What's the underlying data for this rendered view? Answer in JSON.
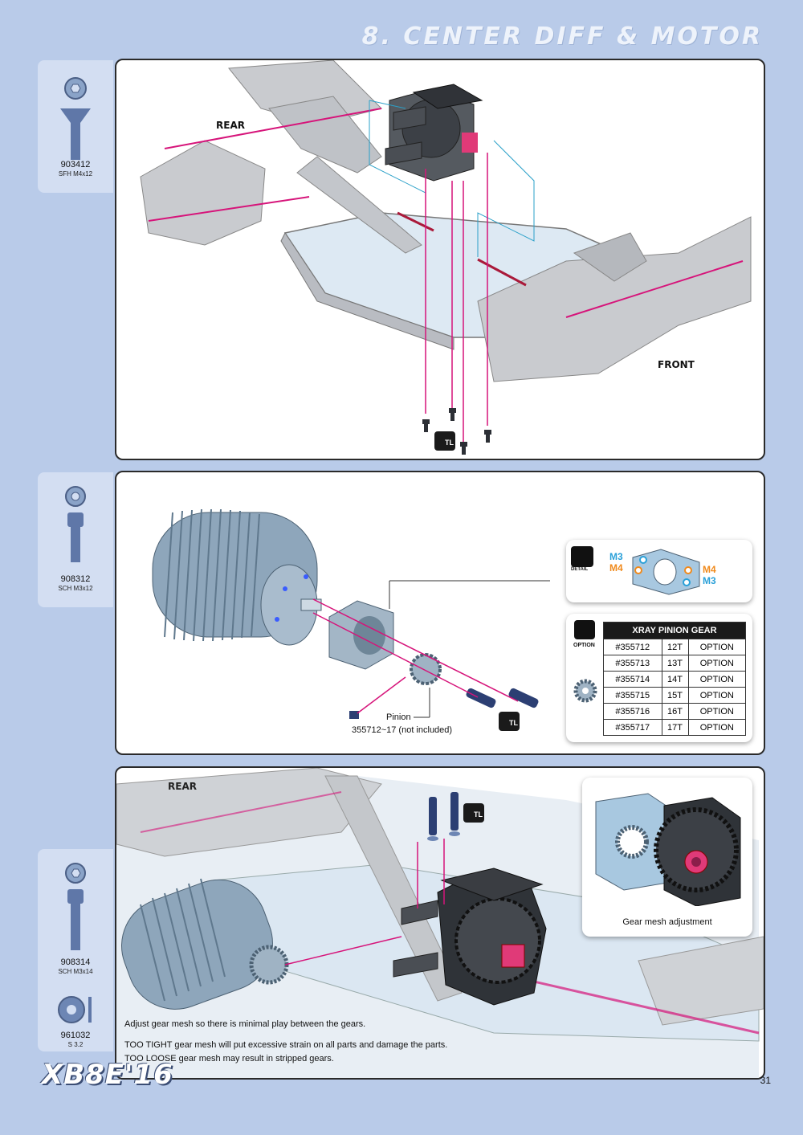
{
  "header": {
    "title": "8. CENTER DIFF & MOTOR"
  },
  "parts": {
    "p1": {
      "code": "903412",
      "desc": "SFH M4x12"
    },
    "p2": {
      "code": "908312",
      "desc": "SCH M3x12"
    },
    "p3": {
      "code": "908314",
      "desc": "SCH M3x14"
    },
    "p4": {
      "code": "961032",
      "desc": "S 3.2"
    }
  },
  "step1": {
    "rear": "REAR",
    "front": "FRONT",
    "tool": "TL"
  },
  "step2": {
    "pinion_label": "Pinion",
    "pinion_note": "355712~17 (not included)",
    "detail_label": "DETAIL",
    "detail_m3_left": "M3",
    "detail_m4_left": "M4",
    "detail_m4_right": "M4",
    "detail_m3_right": "M3",
    "option_label": "OPTION",
    "table_title": "XRAY PINION GEAR",
    "table_rows": [
      [
        "#355712",
        "12T",
        "OPTION"
      ],
      [
        "#355713",
        "13T",
        "OPTION"
      ],
      [
        "#355714",
        "14T",
        "OPTION"
      ],
      [
        "#355715",
        "15T",
        "OPTION"
      ],
      [
        "#355716",
        "16T",
        "OPTION"
      ],
      [
        "#355717",
        "17T",
        "OPTION"
      ]
    ],
    "tool": "TL"
  },
  "step3": {
    "rear": "REAR",
    "tool": "TL",
    "gear_mesh_caption": "Gear mesh adjustment",
    "note1": "Adjust gear mesh so there is minimal play between the gears.",
    "note2_em": "TOO TIGHT",
    "note2_rest": " gear mesh will put excessive strain on all parts and damage the parts.",
    "note3_em": "TOO LOOSE",
    "note3_rest": " gear mesh may result in stripped gears."
  },
  "footer": {
    "logo": "XB8E'16",
    "page": "31"
  },
  "colors": {
    "background": "#b9cbe9",
    "arrow": "#d6147a",
    "guide": "#2aa0c8",
    "m3": "#2aa0d8",
    "m4": "#f08a1c"
  }
}
